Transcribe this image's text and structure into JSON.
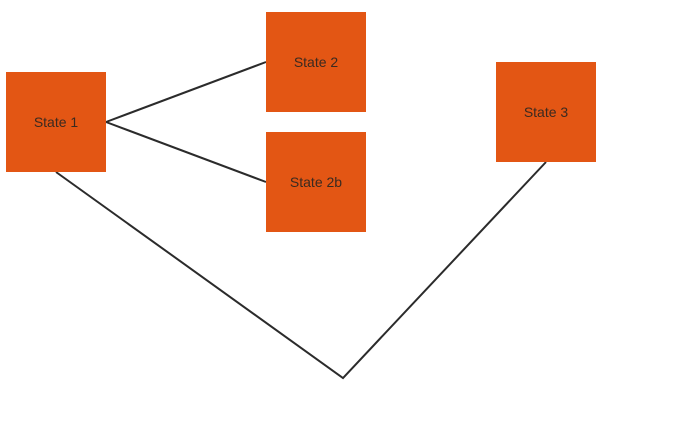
{
  "colors": {
    "node_fill": "#e35614",
    "edge_stroke": "#2b2b2b",
    "background": "#ffffff"
  },
  "nodes": [
    {
      "id": "state-1",
      "label": "State 1"
    },
    {
      "id": "state-2",
      "label": "State 2"
    },
    {
      "id": "state-2b",
      "label": "State 2b"
    },
    {
      "id": "state-3",
      "label": "State 3"
    }
  ],
  "edges": [
    {
      "from": "state-1",
      "to": "state-2"
    },
    {
      "from": "state-1",
      "to": "state-2b"
    },
    {
      "from": "state-1",
      "to": "state-3"
    }
  ]
}
